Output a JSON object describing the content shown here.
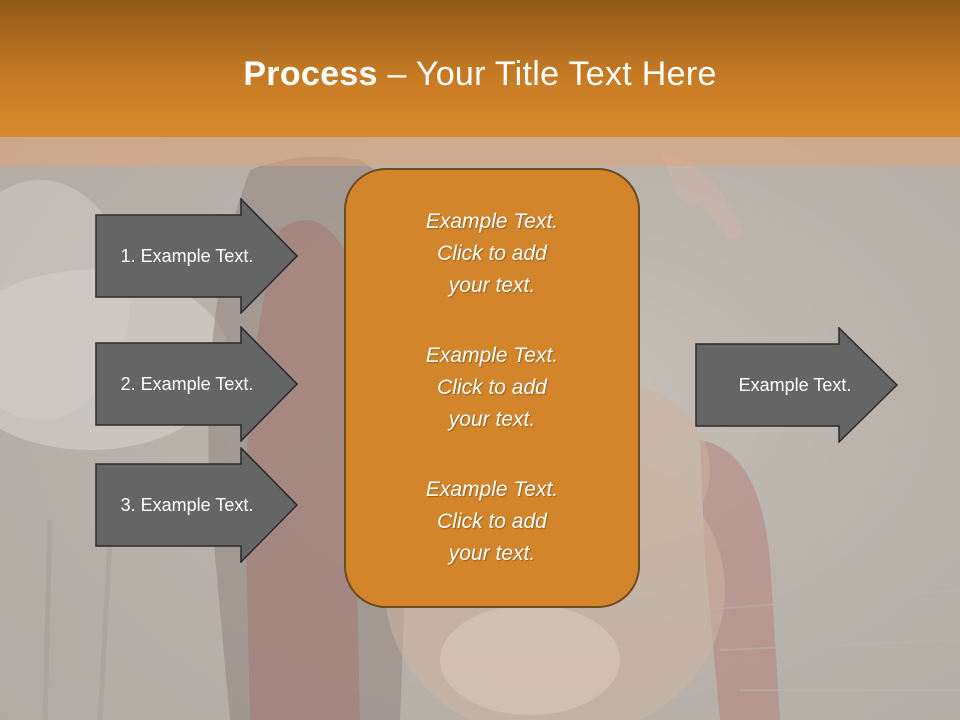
{
  "slide": {
    "title_bold": "Process",
    "title_rest": " – Your Title Text Here"
  },
  "left_arrows": [
    {
      "label": "1. Example Text."
    },
    {
      "label": "2. Example Text."
    },
    {
      "label": "3. Example Text."
    }
  ],
  "center_box": {
    "blocks": [
      {
        "text": "Example Text.\nClick  to add\nyour text."
      },
      {
        "text": "Example Text.\nClick  to add\nyour text."
      },
      {
        "text": "Example Text.\nClick  to add\nyour text."
      }
    ]
  },
  "right_arrow": {
    "label": "Example Text."
  },
  "colors": {
    "title_bar": "#c67a24",
    "center_box_fill": "#d2852a",
    "arrow_fill": "#656565",
    "arrow_stroke": "#2b2b2b"
  }
}
